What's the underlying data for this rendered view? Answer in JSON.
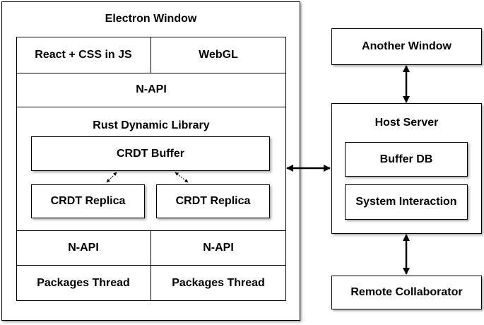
{
  "electron_window": {
    "title": "Electron Window",
    "top_row": {
      "left": "React + CSS in JS",
      "right": "WebGL"
    },
    "napi_top": "N-API",
    "rust_library": {
      "title": "Rust Dynamic Library",
      "crdt_buffer": "CRDT Buffer",
      "replica_left": "CRDT Replica",
      "replica_right": "CRDT Replica"
    },
    "napi_left": "N-API",
    "napi_right": "N-API",
    "packages_left": "Packages Thread",
    "packages_right": "Packages Thread"
  },
  "another_window": "Another Window",
  "host_server": {
    "title": "Host Server",
    "buffer_db": "Buffer DB",
    "system_interaction": "System Interaction"
  },
  "remote_collaborator": "Remote Collaborator"
}
